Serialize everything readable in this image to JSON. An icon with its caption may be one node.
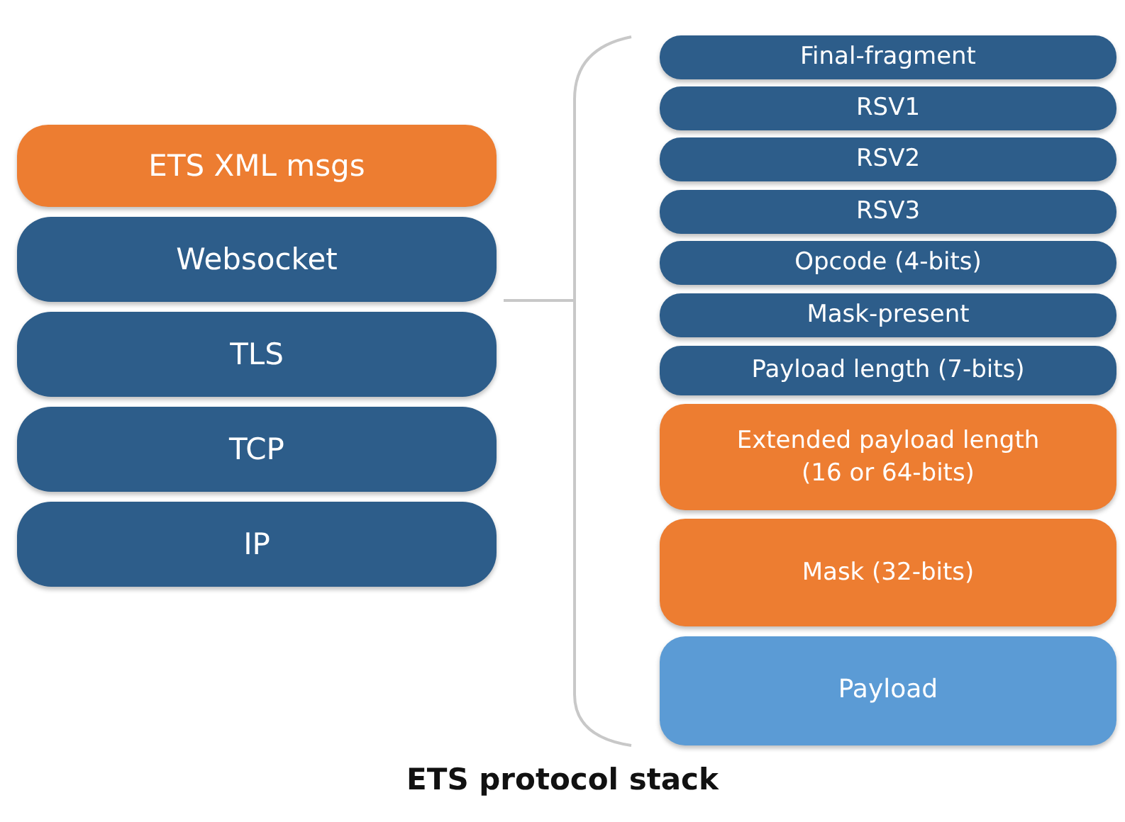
{
  "diagram": {
    "caption": "ETS protocol stack",
    "nodes": [
      {
        "text": [
          "ETS XML msgs"
        ]
      },
      {
        "text": [
          "Websocket"
        ]
      },
      {
        "text": [
          "TLS"
        ]
      },
      {
        "text": [
          "TCP"
        ]
      },
      {
        "text": [
          "IP"
        ]
      },
      {
        "text": [
          "Final-fragment"
        ]
      },
      {
        "text": [
          "RSV1"
        ]
      },
      {
        "text": [
          "RSV2"
        ]
      },
      {
        "text": [
          "RSV3"
        ]
      },
      {
        "text": [
          "Opcode (4-bits)"
        ]
      },
      {
        "text": [
          "Mask-present"
        ]
      },
      {
        "text": [
          "Payload length (7-bits)"
        ]
      },
      {
        "text": [
          "Extended payload length (16 or 64-bits)"
        ]
      },
      {
        "text": [
          "Mask (32-bits)"
        ]
      },
      {
        "text": [
          "Payload"
        ]
      }
    ]
  }
}
